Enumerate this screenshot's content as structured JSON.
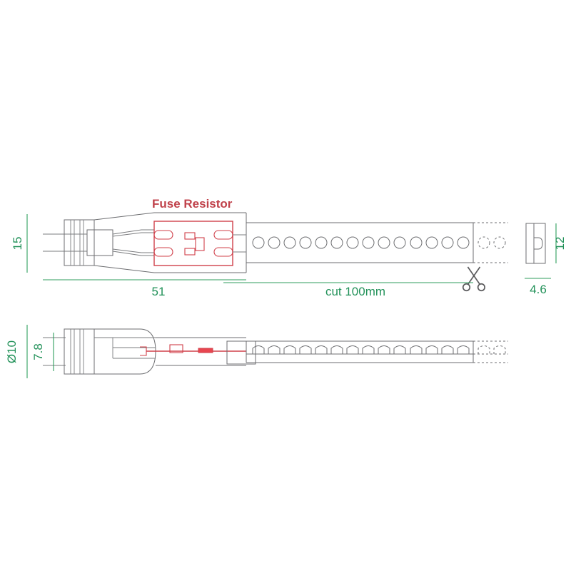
{
  "drawing": {
    "title_label": "Fuse Resistor",
    "labels": {
      "height_15": "15",
      "length_51": "51",
      "cut_length": "cut 100mm",
      "section_height_12": "12",
      "section_width_46": "4.6",
      "cable_diameter": "Ø10",
      "side_height_78": "7.8"
    },
    "colors": {
      "outline": "#6d6e71",
      "accent_red": "#d0404a",
      "dimension_green": "#23925a",
      "title_red": "#c0424b",
      "background": "#ffffff"
    },
    "top_view": {
      "name": "top-view",
      "led_count": 14,
      "led_ghost_count": 2,
      "pad_count": 4,
      "chip_count": 3
    },
    "bottom_view": {
      "name": "side-view",
      "led_count": 14,
      "led_ghost_count": 2
    },
    "section_view": {
      "name": "cross-section-view"
    },
    "icons": {
      "scissors": "scissors-icon"
    }
  }
}
